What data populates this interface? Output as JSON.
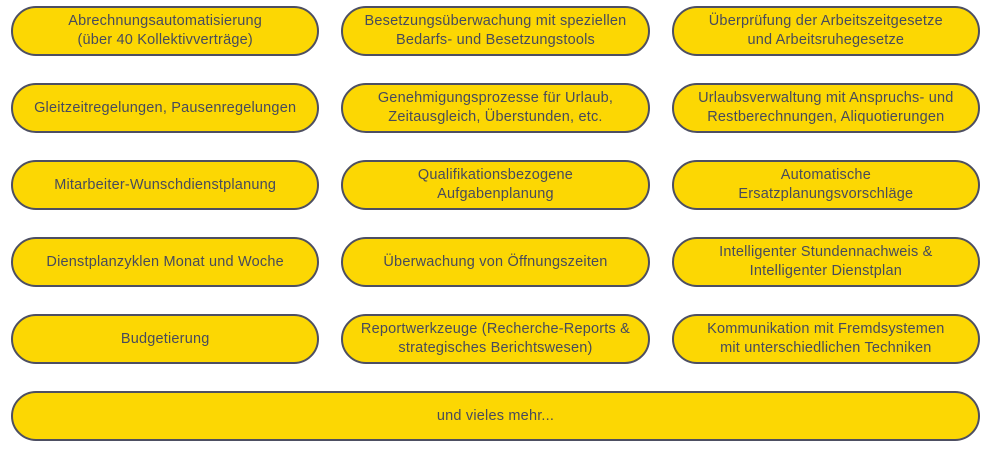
{
  "colors": {
    "pill_fill": "#FCD703",
    "pill_border": "#4D4F62",
    "text": "#484B5C",
    "background": "#FFFFFF"
  },
  "features": [
    {
      "label": "Abrechnungsautomatisierung\n(über 40 Kollektivverträge)"
    },
    {
      "label": "Besetzungsüberwachung mit speziellen\nBedarfs- und Besetzungstools"
    },
    {
      "label": "Überprüfung der Arbeitszeitgesetze\nund Arbeitsruhegesetze"
    },
    {
      "label": "Gleitzeitregelungen, Pausenregelungen"
    },
    {
      "label": "Genehmigungsprozesse für Urlaub,\nZeitausgleich, Überstunden, etc."
    },
    {
      "label": "Urlaubsverwaltung mit Anspruchs- und\nRestberechnungen, Aliquotierungen"
    },
    {
      "label": "Mitarbeiter-Wunschdienstplanung"
    },
    {
      "label": "Qualifikationsbezogene\nAufgabenplanung"
    },
    {
      "label": "Automatische\nErsatzplanungsvorschläge"
    },
    {
      "label": "Dienstplanzyklen Monat und Woche"
    },
    {
      "label": "Überwachung von Öffnungszeiten"
    },
    {
      "label": "Intelligenter Stundennachweis &\nIntelligenter Dienstplan"
    },
    {
      "label": "Budgetierung"
    },
    {
      "label": "Reportwerkzeuge (Recherche-Reports &\nstrategisches Berichtswesen)"
    },
    {
      "label": "Kommunikation mit Fremdsystemen\nmit unterschiedlichen Techniken"
    }
  ],
  "footer": {
    "label": "und vieles mehr..."
  }
}
